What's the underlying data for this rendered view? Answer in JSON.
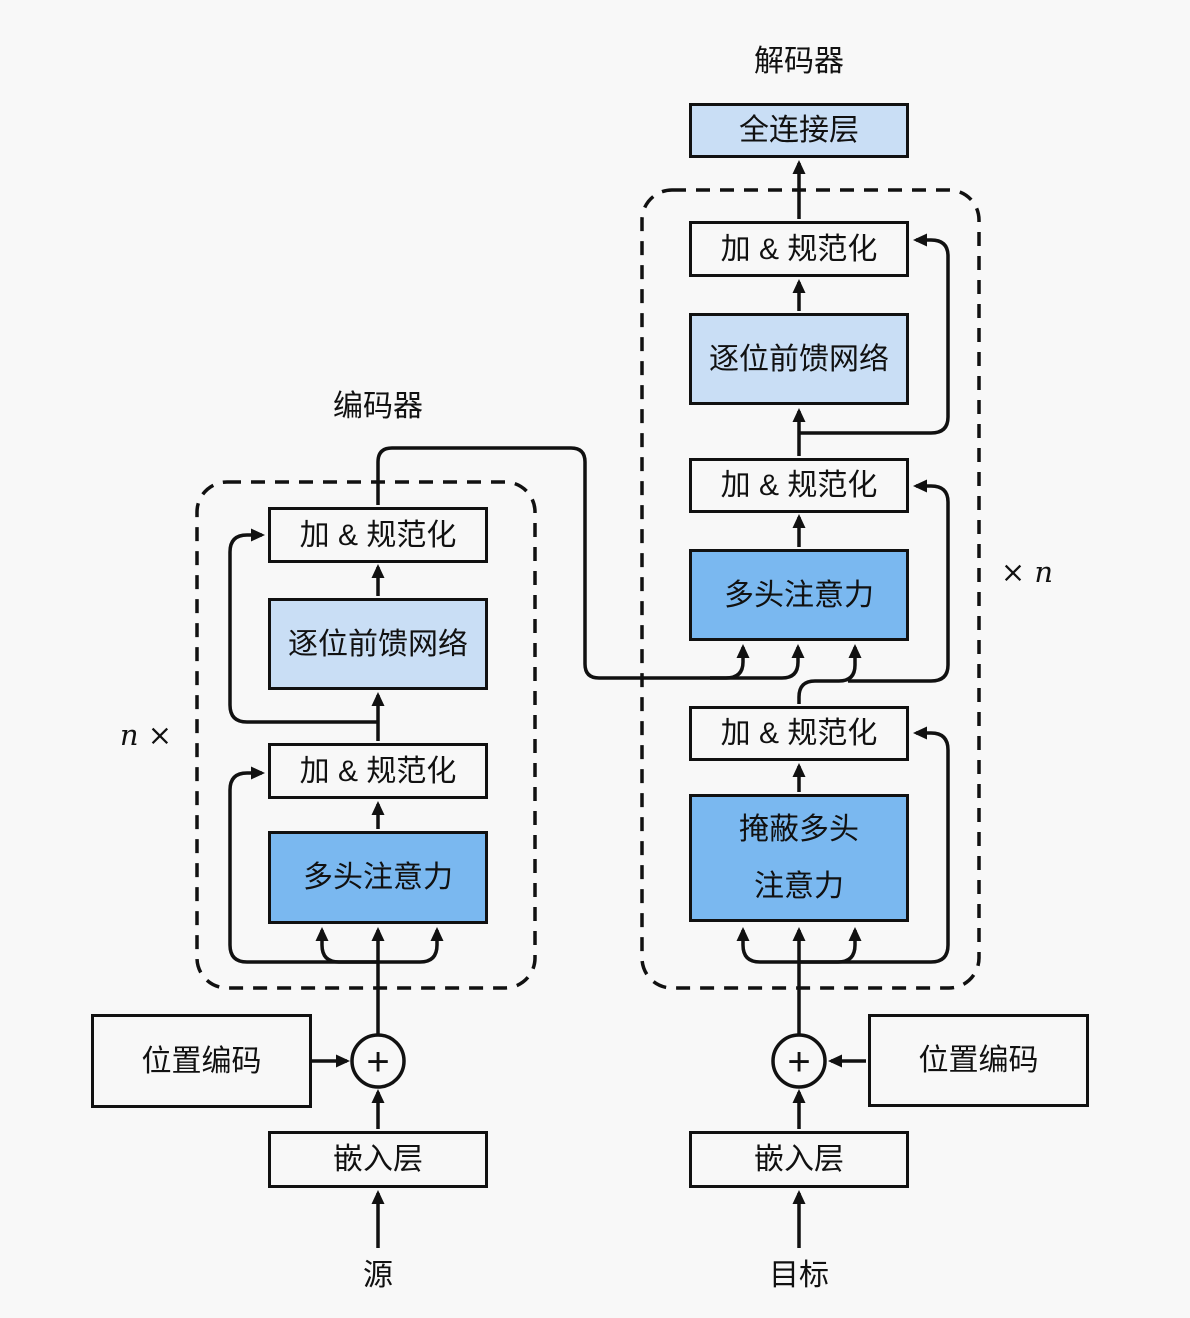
{
  "diagram": {
    "background": "#f8f8f8",
    "colors": {
      "attention_blue": "#7ab8f0",
      "ffn_light_blue": "#c9def5",
      "box_white": "#f8f8f8",
      "line_black": "#111111"
    },
    "encoder": {
      "title": "编码器",
      "repeat_label": "n ×",
      "blocks": {
        "add_norm_1": "加 & 规范化",
        "ffn": "逐位前馈网络",
        "add_norm_2": "加 & 规范化",
        "attention": "多头注意力"
      },
      "positional_encoding": "位置编码",
      "embedding": "嵌入层",
      "input_label": "源",
      "add_symbol": "+"
    },
    "decoder": {
      "title": "解码器",
      "repeat_label": "× n",
      "output_layer": "全连接层",
      "blocks": {
        "add_norm_1": "加 & 规范化",
        "ffn": "逐位前馈网络",
        "add_norm_2": "加 & 规范化",
        "attention": "多头注意力",
        "add_norm_3": "加 & 规范化",
        "masked_attention": "掩蔽多头\n注意力"
      },
      "positional_encoding": "位置编码",
      "embedding": "嵌入层",
      "input_label": "目标",
      "add_symbol": "+"
    }
  }
}
